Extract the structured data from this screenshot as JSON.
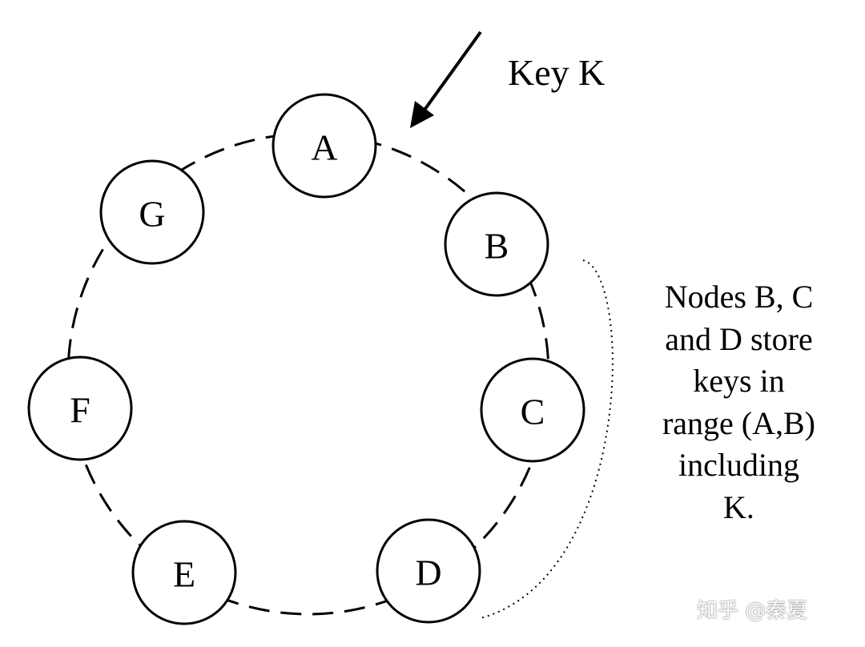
{
  "key_label": "Key K",
  "nodes": [
    {
      "id": "A"
    },
    {
      "id": "B"
    },
    {
      "id": "C"
    },
    {
      "id": "D"
    },
    {
      "id": "E"
    },
    {
      "id": "F"
    },
    {
      "id": "G"
    }
  ],
  "note_lines": [
    "Nodes B, C",
    "and D store",
    "keys in",
    "range (A,B)",
    "including",
    "K."
  ],
  "watermark": "知乎 @秦夏"
}
